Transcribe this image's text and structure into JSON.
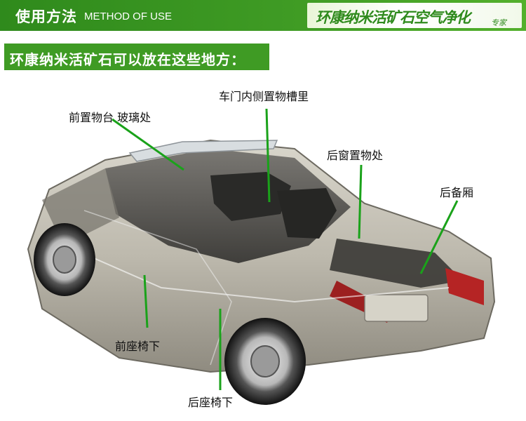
{
  "header": {
    "title": "使用方法",
    "subtitle": "METHOD OF USE",
    "brand": "环康纳米活矿石空气净化",
    "brand_tag": "专家"
  },
  "section_title": "环康纳米活矿石可以放在这些地方：",
  "locations": {
    "front_dashboard": "前置物台 玻璃处",
    "door_pocket": "车门内侧置物槽里",
    "rear_window_shelf": "后窗置物处",
    "trunk": "后备厢",
    "front_seat_under": "前座椅下",
    "rear_seat_under": "后座椅下"
  },
  "colors": {
    "brand_green": "#3f9b24",
    "pointer_green": "#1aa21a"
  }
}
